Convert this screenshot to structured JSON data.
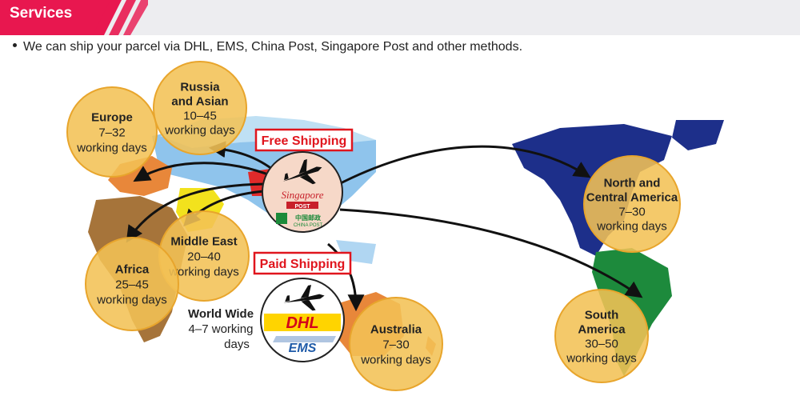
{
  "header": {
    "title": "Services",
    "accent_color": "#e8174f"
  },
  "intro": {
    "text": "We can ship your parcel via DHL, EMS, China Post, Singapore Post and other methods."
  },
  "badges": {
    "free": "Free Shipping",
    "paid": "Paid Shipping"
  },
  "carriers": {
    "singapore_post": "Singapore",
    "post": "POST",
    "china_post_cn": "中国邮政",
    "china_post": "CHINA POST",
    "dhl": "DHL",
    "ems": "EMS"
  },
  "worldwide": {
    "line1": "World Wide",
    "line2": "4–7 working",
    "line3": "days"
  },
  "regions": [
    {
      "id": "europe",
      "lines": [
        "Europe",
        "7–32",
        "working days"
      ]
    },
    {
      "id": "russia",
      "lines": [
        "Russia",
        "and Asian",
        "10–45",
        "working days"
      ]
    },
    {
      "id": "middle-east",
      "lines": [
        "Middle East",
        "20–40",
        "working days"
      ]
    },
    {
      "id": "africa",
      "lines": [
        "Africa",
        "25–45",
        "working days"
      ]
    },
    {
      "id": "australia",
      "lines": [
        "Australia",
        "7–30",
        "working days"
      ]
    },
    {
      "id": "north-america",
      "lines": [
        "North and",
        "Central America",
        "7–30",
        "working days"
      ]
    },
    {
      "id": "south-america",
      "lines": [
        "South",
        "America",
        "30–50",
        "working days"
      ]
    }
  ],
  "colors": {
    "circle_fill": "#f3c255",
    "circle_stroke": "#e8a52c",
    "ocean": "#cfe3f0",
    "badge_red": "#e0151d",
    "north_america": "#1d2f8a",
    "south_america": "#1d8a3c",
    "africa": "#a6743a",
    "middle_east": "#f2e21d",
    "europe": "#e8873a",
    "asia": "#8fc4ec",
    "australia": "#e8873a"
  },
  "icons": [
    "airplane-icon",
    "airplane-icon"
  ]
}
